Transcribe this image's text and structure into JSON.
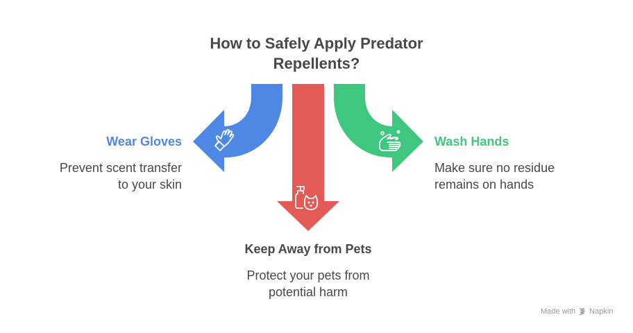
{
  "title": {
    "line1": "How to Safely Apply Predator",
    "line2": "Repellents?"
  },
  "colors": {
    "blue": "#4e88e6",
    "red": "#e45a55",
    "green": "#3fc67f",
    "text": "#484848"
  },
  "steps": [
    {
      "heading": "Wear Gloves",
      "desc_line1": "Prevent scent transfer",
      "desc_line2": "to your skin",
      "icon": "glove-icon",
      "color": "#4e88e6"
    },
    {
      "heading": "Keep Away from Pets",
      "desc_line1": "Protect your pets from",
      "desc_line2": "potential harm",
      "icon": "pet-bottle-icon",
      "color": "#e45a55"
    },
    {
      "heading": "Wash Hands",
      "desc_line1": "Make sure no residue",
      "desc_line2": "remains on hands",
      "icon": "wash-hands-icon",
      "color": "#3fc67f"
    }
  ],
  "footer": {
    "made_with": "Made with",
    "brand": "Napkin"
  }
}
